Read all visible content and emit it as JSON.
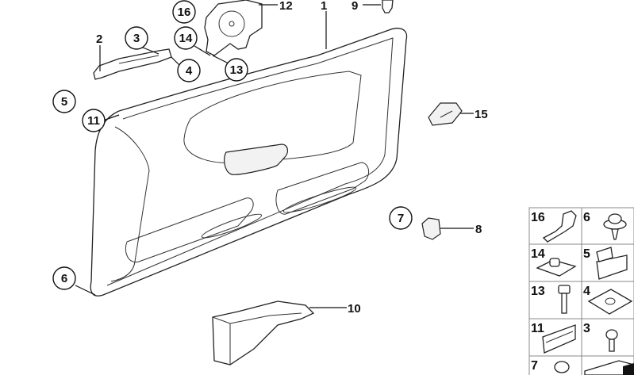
{
  "callouts": {
    "c16": "16",
    "c3": "3",
    "c14": "14",
    "c4": "4",
    "c13": "13",
    "c5": "5",
    "c11": "11",
    "c6": "6",
    "c7": "7",
    "p12": "12",
    "p1": "1",
    "p9": "9",
    "p2": "2",
    "p15": "15",
    "p8": "8",
    "p10": "10"
  },
  "legend_grid": {
    "cells": [
      "16",
      "6",
      "14",
      "5",
      "13",
      "4",
      "11",
      "3",
      "7",
      ""
    ]
  }
}
